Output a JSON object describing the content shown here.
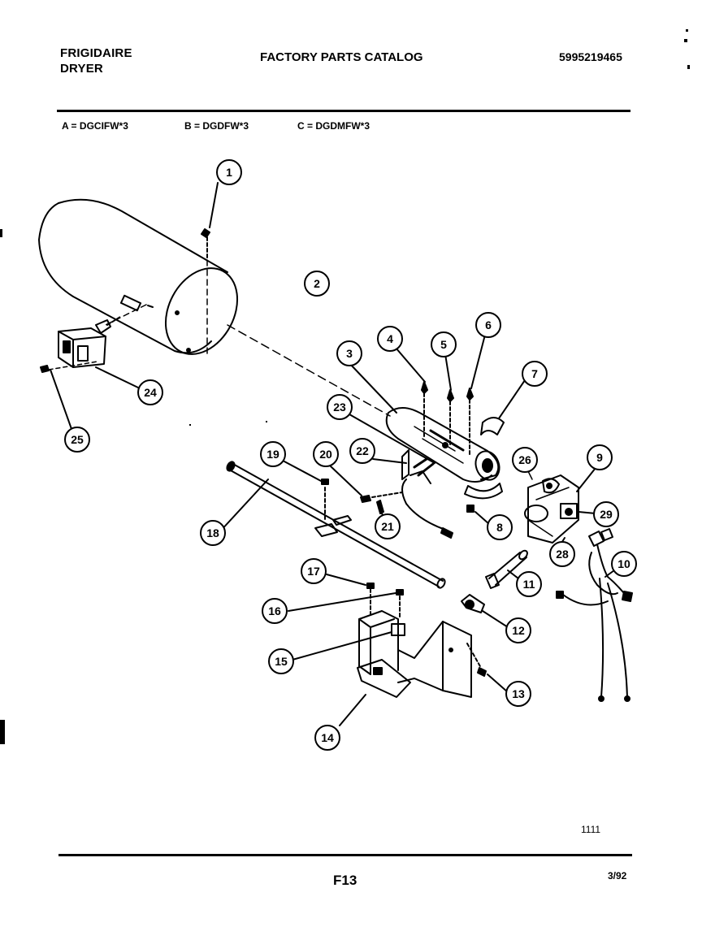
{
  "header": {
    "brand_line1": "FRIGIDAIRE",
    "brand_line2": "DRYER",
    "catalog_title": "FACTORY PARTS CATALOG",
    "part_number": "5995219465"
  },
  "models": [
    {
      "label": "A = DGCIFW*3"
    },
    {
      "label": "B = DGDFW*3"
    },
    {
      "label": "C = DGDMFW*3"
    }
  ],
  "callouts": [
    "1",
    "2",
    "3",
    "4",
    "5",
    "6",
    "7",
    "8",
    "9",
    "10",
    "11",
    "12",
    "13",
    "14",
    "15",
    "16",
    "17",
    "18",
    "19",
    "20",
    "21",
    "22",
    "23",
    "24",
    "25",
    "26",
    "28",
    "29"
  ],
  "footer": {
    "diagram_code": "1111",
    "page": "F13",
    "date": "3/92"
  }
}
